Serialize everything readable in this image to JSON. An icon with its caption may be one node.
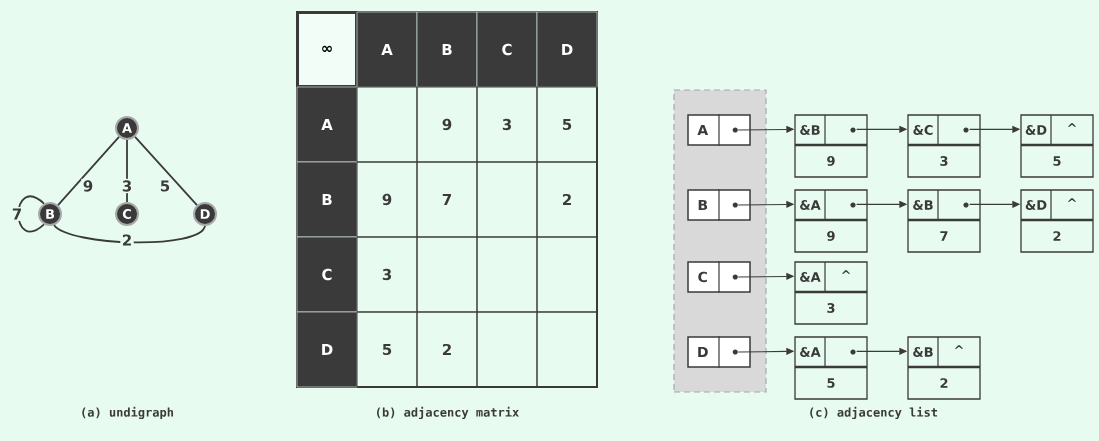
{
  "diagram": {
    "nodes": [
      {
        "text": [
          "A"
        ]
      },
      {
        "text": [
          "B"
        ]
      },
      {
        "text": [
          "C"
        ]
      },
      {
        "text": [
          "D"
        ]
      },
      {
        "text": [],
        "shape": "box"
      },
      {
        "text": [
          "A"
        ],
        "in": 4
      },
      {
        "text": [
          "B"
        ],
        "in": 4
      },
      {
        "text": [
          "C"
        ],
        "in": 4
      },
      {
        "text": [
          "D"
        ],
        "in": 4
      },
      {
        "text": [
          "&B",
          "9"
        ]
      },
      {
        "text": [
          "&C",
          "3"
        ]
      },
      {
        "text": [
          "&D",
          "^",
          "5"
        ]
      },
      {
        "text": [
          "&A",
          "9"
        ]
      },
      {
        "text": [
          "&B",
          "7"
        ]
      },
      {
        "text": [
          "&D",
          "^",
          "2"
        ]
      },
      {
        "text": [
          "&A",
          "^",
          "3"
        ]
      },
      {
        "text": [
          "&A",
          "5"
        ]
      },
      {
        "text": [
          "&B",
          "^",
          "2"
        ]
      }
    ],
    "edges": [
      {
        "from": 0,
        "to": 1,
        "arrow": "none",
        "label": "9"
      },
      {
        "from": 0,
        "to": 2,
        "arrow": "none",
        "label": "3"
      },
      {
        "from": 0,
        "to": 3,
        "arrow": "none",
        "label": "5"
      },
      {
        "from": 1,
        "to": 1,
        "arrow": "none",
        "label": "7"
      },
      {
        "from": 1,
        "to": 3,
        "arrow": "none",
        "label": "2"
      },
      {
        "from": 5,
        "to": 9,
        "arrow": "to"
      },
      {
        "from": 9,
        "to": 10,
        "arrow": "to"
      },
      {
        "from": 10,
        "to": 11,
        "arrow": "to"
      },
      {
        "from": 6,
        "to": 12,
        "arrow": "to"
      },
      {
        "from": 12,
        "to": 13,
        "arrow": "to"
      },
      {
        "from": 13,
        "to": 14,
        "arrow": "to"
      },
      {
        "from": 7,
        "to": 15,
        "arrow": "to"
      },
      {
        "from": 8,
        "to": 16,
        "arrow": "to"
      },
      {
        "from": 16,
        "to": 17,
        "arrow": "to"
      }
    ],
    "labels": [
      "∞",
      "A",
      "B",
      "C",
      "D",
      "A",
      "9",
      "3",
      "5",
      "B",
      "9",
      "7",
      "2",
      "C",
      "3",
      "D",
      "5",
      "2",
      "(a) undigraph",
      "(b) adjacency matrix",
      "(c) adjacency list"
    ]
  }
}
